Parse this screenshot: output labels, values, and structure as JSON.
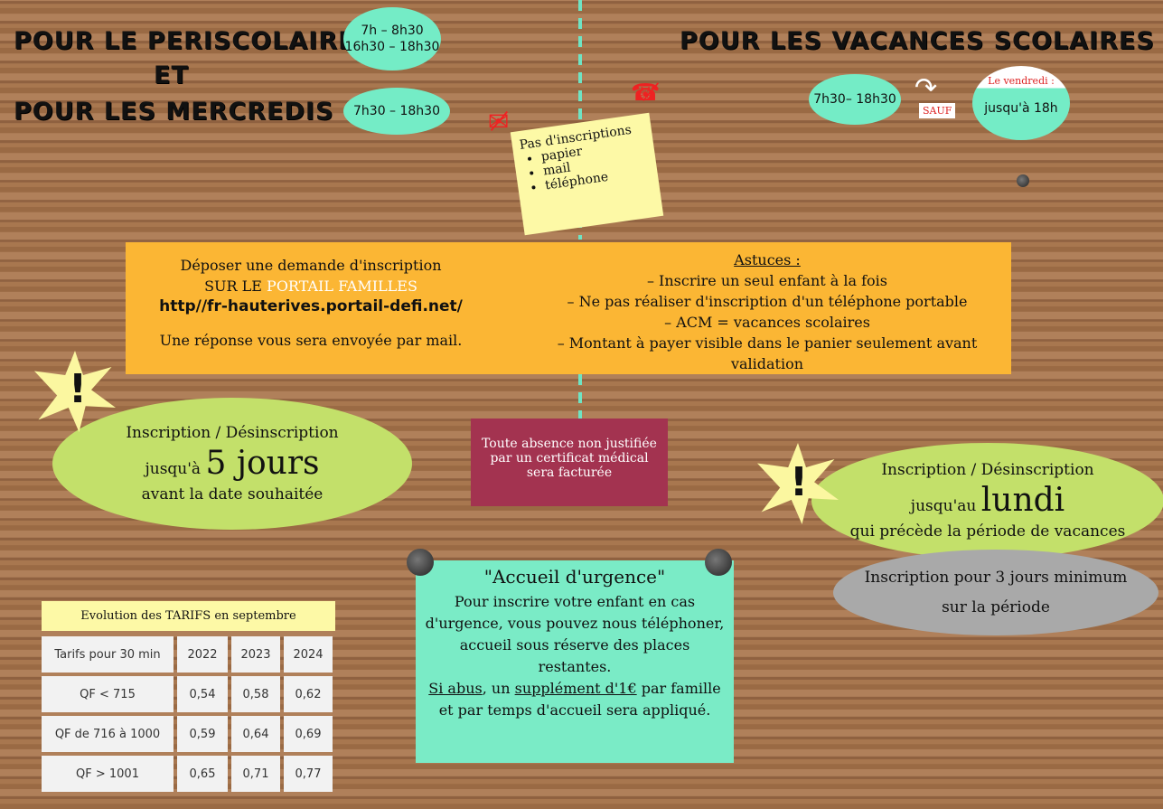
{
  "periscolaire": {
    "title_line1": "POUR LE PERISCOLAIRE",
    "title_line2": "ET",
    "title_line3": "POUR LES MERCREDIS",
    "hours_school_1": "7h – 8h30",
    "hours_school_2": "16h30 – 18h30",
    "hours_wednesday": "7h30 – 18h30"
  },
  "vacances": {
    "title": "POUR LES VACANCES SCOLAIRES",
    "hours": "7h30– 18h30",
    "sauf": "SAUF",
    "friday_label": "Le vendredi :",
    "friday_hours": "jusqu'à 18h"
  },
  "note": {
    "title": "Pas d'inscriptions",
    "items": [
      "papier",
      "mail",
      "téléphone"
    ]
  },
  "portal": {
    "line1": "Déposer une demande d'inscription",
    "line2_prefix": "SUR LE",
    "line2_highlight": "PORTAIL FAMILLES",
    "url": "http//fr-hauterives.portail-defi.net/",
    "response": "Une réponse vous sera envoyée par mail."
  },
  "tips": {
    "title": "Astuces :",
    "items": [
      "– Inscrire un seul enfant à la fois",
      "– Ne pas réaliser d'inscription d'un téléphone portable",
      "– ACM = vacances scolaires",
      "– Montant à payer visible dans le panier seulement avant validation"
    ]
  },
  "left_deadline": {
    "line1": "Inscription / Désinscription",
    "prefix": "jusqu'à",
    "big": "5 jours",
    "line3": "avant la date souhaitée"
  },
  "right_deadline": {
    "line1": "Inscription / Désinscription",
    "prefix": "jusqu'au",
    "big": "lundi",
    "line3": "qui précède la période de vacances"
  },
  "minimum": {
    "line1": "Inscription pour 3 jours minimum",
    "line2": "sur la période"
  },
  "absence": {
    "text": "Toute absence non justifiée par un certificat médical sera facturée"
  },
  "urgence": {
    "title": "\"Accueil d'urgence\"",
    "body": "Pour inscrire votre enfant en cas d'urgence, vous pouvez nous téléphoner, accueil sous réserve des places restantes.",
    "abus": "Si abus",
    "mid": ", un ",
    "supplement": "supplément d'1€",
    "end": " par famille et par temps d'accueil sera appliqué."
  },
  "tarifs": {
    "title": "Evolution des TARIFS en septembre",
    "headers": [
      "Tarifs pour 30 min",
      "2022",
      "2023",
      "2024"
    ],
    "rows": [
      [
        "QF < 715",
        "0,54",
        "0,58",
        "0,62"
      ],
      [
        "QF de 716 à 1000",
        "0,59",
        "0,64",
        "0,69"
      ],
      [
        "QF > 1001",
        "0,65",
        "0,71",
        "0,77"
      ]
    ]
  }
}
